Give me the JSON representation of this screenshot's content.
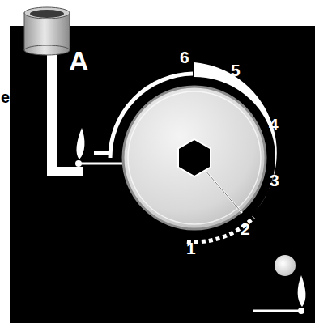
{
  "diagram": {
    "labels": [
      "A",
      "6",
      "5",
      "4",
      "3",
      "2",
      "1",
      "e"
    ]
  }
}
